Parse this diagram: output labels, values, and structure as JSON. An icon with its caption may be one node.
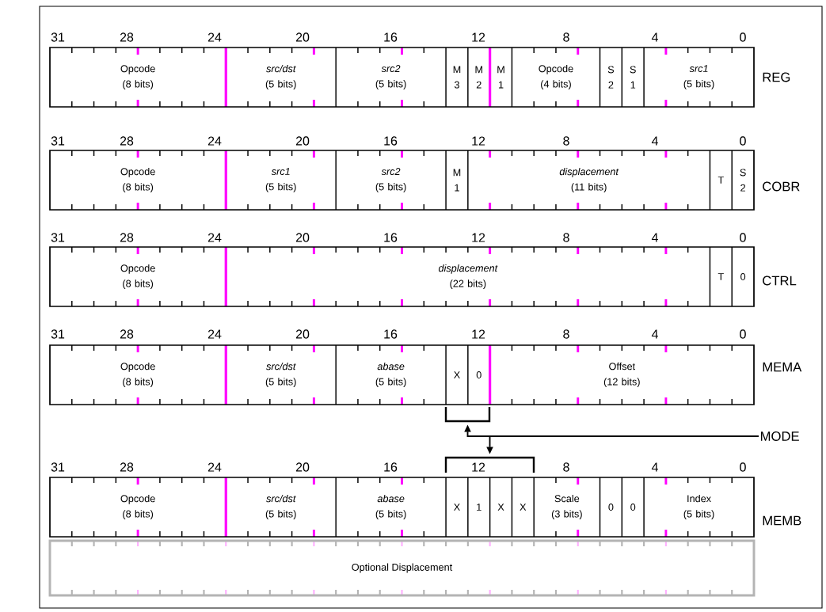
{
  "diagram": {
    "nodes": [
      {
        "text": [
          "REG"
        ]
      },
      {
        "text": [
          "Opcode",
          "(8 bits)"
        ],
        "in": 0
      },
      {
        "text": [
          "src/dst",
          "(5 bits)"
        ],
        "in": 0
      },
      {
        "text": [
          "src2",
          "(5 bits)"
        ],
        "in": 0
      },
      {
        "text": [
          "M 3"
        ],
        "in": 0
      },
      {
        "text": [
          "M 2"
        ],
        "in": 0
      },
      {
        "text": [
          "M 1"
        ],
        "in": 0
      },
      {
        "text": [
          "Opcode",
          "(4 bits)"
        ],
        "in": 0
      },
      {
        "text": [
          "S 2"
        ],
        "in": 0
      },
      {
        "text": [
          "S 1"
        ],
        "in": 0
      },
      {
        "text": [
          "src1",
          "(5 bits)"
        ],
        "in": 0
      },
      {
        "text": [
          "COBR"
        ]
      },
      {
        "text": [
          "Opcode",
          "(8 bits)"
        ],
        "in": 11
      },
      {
        "text": [
          "src1",
          "(5 bits)"
        ],
        "in": 11
      },
      {
        "text": [
          "src2",
          "(5 bits)"
        ],
        "in": 11
      },
      {
        "text": [
          "M 1"
        ],
        "in": 11
      },
      {
        "text": [
          "displacement",
          "(11 bits)"
        ],
        "in": 11
      },
      {
        "text": [
          "T"
        ],
        "in": 11
      },
      {
        "text": [
          "S 2"
        ],
        "in": 11
      },
      {
        "text": [
          "CTRL"
        ]
      },
      {
        "text": [
          "Opcode",
          "(8 bits)"
        ],
        "in": 19
      },
      {
        "text": [
          "displacement",
          "(22 bits)"
        ],
        "in": 19
      },
      {
        "text": [
          "T"
        ],
        "in": 19
      },
      {
        "text": [
          "0"
        ],
        "in": 19
      },
      {
        "text": [
          "MEMA"
        ]
      },
      {
        "text": [
          "Opcode",
          "(8 bits)"
        ],
        "in": 24
      },
      {
        "text": [
          "src/dst",
          "(5 bits)"
        ],
        "in": 24
      },
      {
        "text": [
          "abase",
          "(5 bits)"
        ],
        "in": 24
      },
      {
        "text": [
          "X"
        ],
        "in": 24
      },
      {
        "text": [
          "0"
        ],
        "in": 24
      },
      {
        "text": [
          "Offset",
          "(12 bits)"
        ],
        "in": 24
      },
      {
        "text": [],
        "shape": "bracket"
      },
      {
        "text": [
          "MODE"
        ]
      },
      {
        "text": [],
        "shape": "bracket"
      },
      {
        "text": [
          "MEMB"
        ]
      },
      {
        "text": [
          "Opcode",
          "(8 bits)"
        ],
        "in": 34
      },
      {
        "text": [
          "src/dst",
          "(5 bits)"
        ],
        "in": 34
      },
      {
        "text": [
          "abase",
          "(5 bits)"
        ],
        "in": 34
      },
      {
        "text": [
          "X"
        ],
        "in": 34
      },
      {
        "text": [
          "1"
        ],
        "in": 34
      },
      {
        "text": [
          "X"
        ],
        "in": 34
      },
      {
        "text": [
          "X"
        ],
        "in": 34
      },
      {
        "text": [
          "Scale",
          "(3 bits)"
        ],
        "in": 34
      },
      {
        "text": [
          "0"
        ],
        "in": 34
      },
      {
        "text": [
          "0"
        ],
        "in": 34
      },
      {
        "text": [
          "Index",
          "(5 bits)"
        ],
        "in": 34
      },
      {
        "text": [
          "Optional Displacement"
        ]
      }
    ],
    "edges": [
      {
        "from": 32,
        "to": 31,
        "arrow": "to"
      },
      {
        "from": 32,
        "to": 33,
        "arrow": "to"
      }
    ],
    "labels": [
      "31",
      "28",
      "24",
      "20",
      "16",
      "12",
      "8",
      "4",
      "0",
      "31",
      "28",
      "24",
      "20",
      "16",
      "12",
      "8",
      "4",
      "0",
      "31",
      "28",
      "24",
      "20",
      "16",
      "12",
      "8",
      "4",
      "0",
      "31",
      "28",
      "24",
      "20",
      "16",
      "12",
      "8",
      "4",
      "0",
      "31",
      "28",
      "24",
      "20",
      "16",
      "12",
      "8",
      "4",
      "0"
    ]
  }
}
